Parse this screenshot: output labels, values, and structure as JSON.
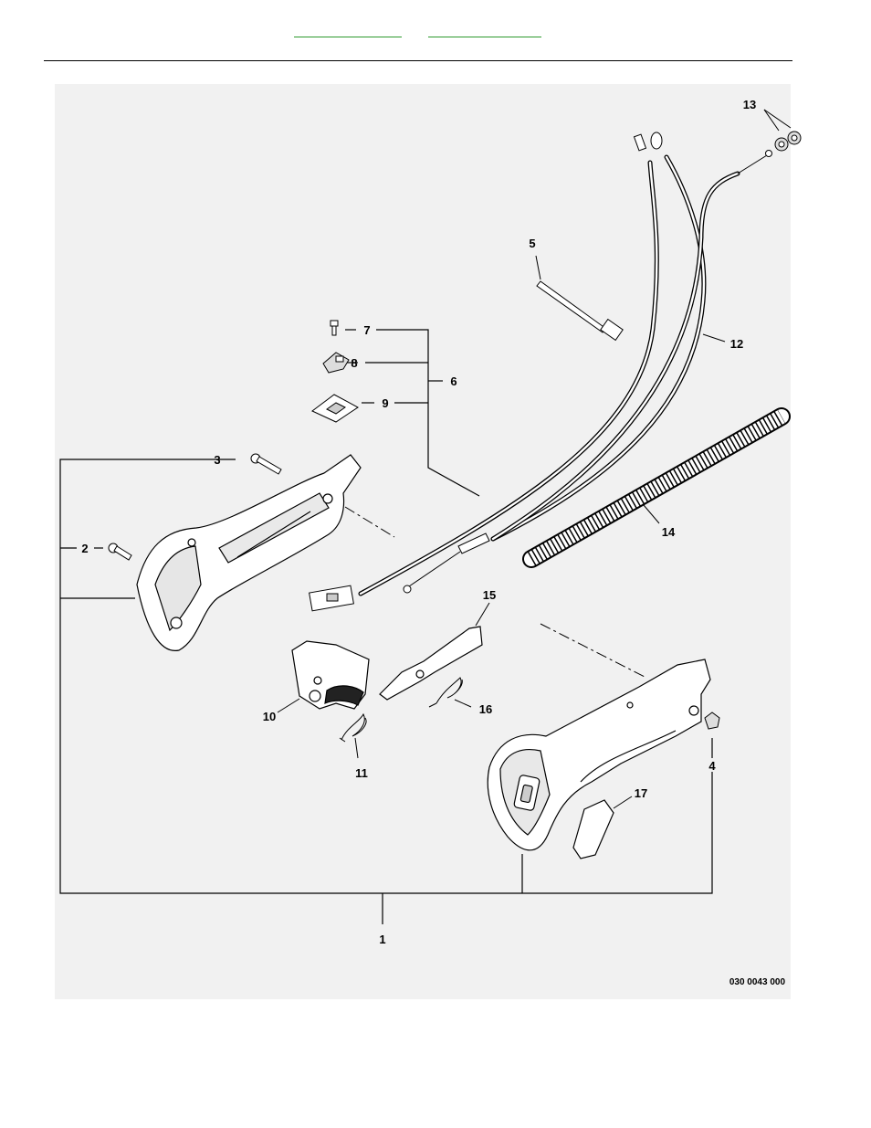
{
  "header": {
    "links": [
      "",
      ""
    ]
  },
  "diagram": {
    "callouts": {
      "c1": "1",
      "c2": "2",
      "c3": "3",
      "c4": "4",
      "c5": "5",
      "c6": "6",
      "c7": "7",
      "c8": "8",
      "c9": "9",
      "c10": "10",
      "c11": "11",
      "c12": "12",
      "c13": "13",
      "c14": "14",
      "c15": "15",
      "c16": "16",
      "c17": "17"
    },
    "figure_code": "030 0043 000"
  }
}
